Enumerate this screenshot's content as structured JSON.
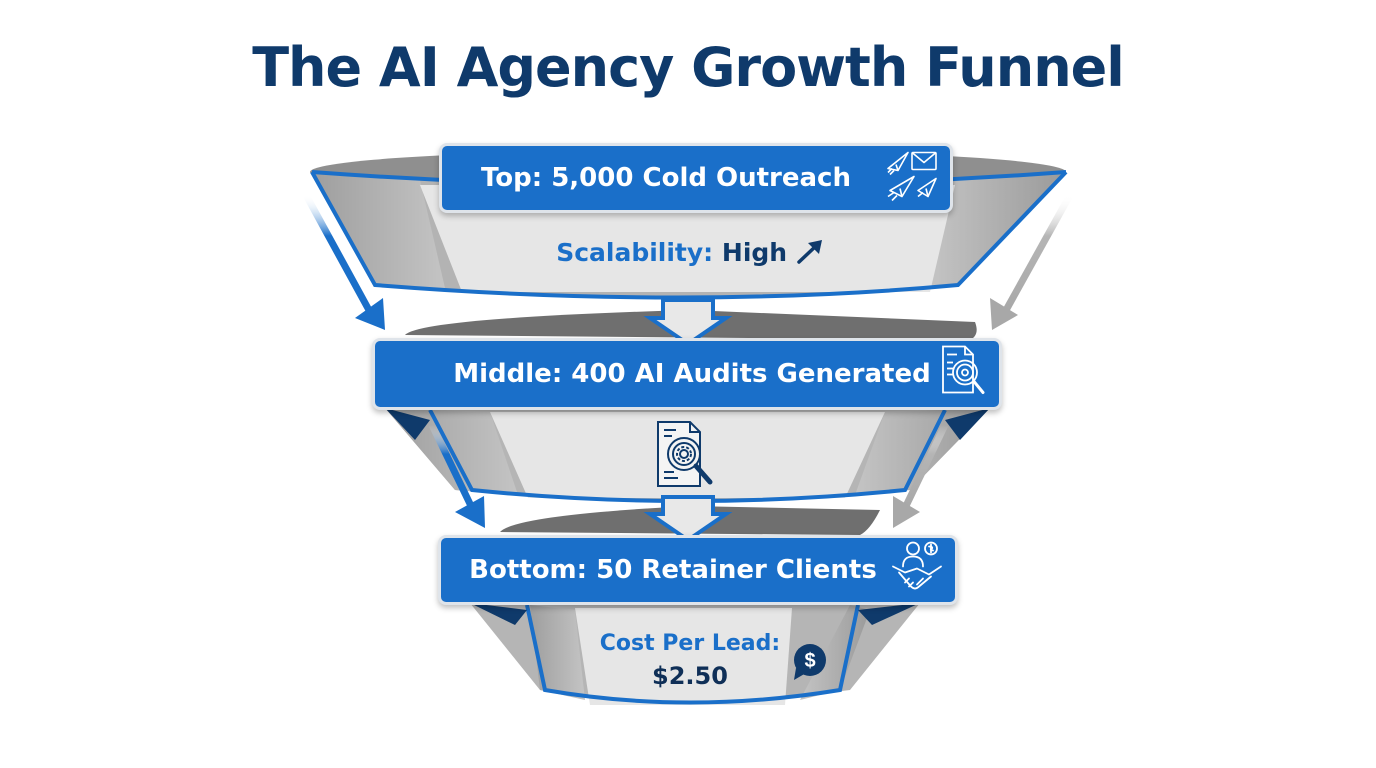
{
  "title": "The AI Agency Growth Funnel",
  "colors": {
    "title": "#0f3a6b",
    "banner": "#1a6fc9",
    "accent_blue": "#1a6fc9",
    "navy": "#0f3a6b",
    "funnel_gray": "#a9a9a9",
    "funnel_inner": "#e6e6e6"
  },
  "stages": [
    {
      "id": "top",
      "label": "Top: 5,000 Cold Outreach",
      "icon": "paper-plane-email-icon",
      "value": 5000
    },
    {
      "id": "middle",
      "label": "Middle: 400 AI Audits Generated",
      "icon": "audit-document-magnifier-icon",
      "value": 400
    },
    {
      "id": "bottom",
      "label": "Bottom: 50 Retainer Clients",
      "icon": "handshake-client-icon",
      "value": 50
    }
  ],
  "metrics": {
    "scalability": {
      "key": "Scalability:",
      "value": "High",
      "icon": "trend-up-arrow-icon"
    },
    "middle_icon": "audit-document-magnifier-icon",
    "cost_per_lead": {
      "key": "Cost Per Lead:",
      "value": "$2.50",
      "icon": "dollar-chat-bubble-icon"
    }
  }
}
